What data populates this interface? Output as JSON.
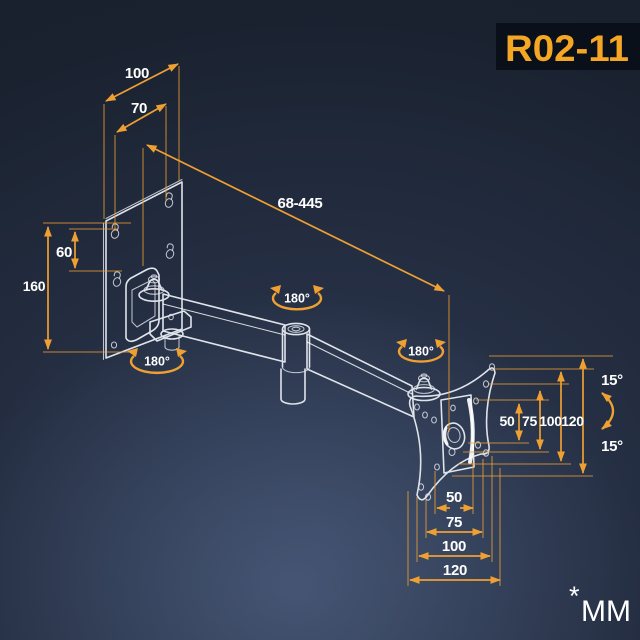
{
  "header": {
    "model": "R02-11"
  },
  "footer": {
    "units_star": "*",
    "units": "MM"
  },
  "colors": {
    "accent": "#EFA032",
    "drawing": "#DFE3EA",
    "label": "#FFFFFF",
    "model": "#F5A623",
    "model_box_bg": "#0A101A",
    "bg_top": "#1A212E",
    "bg_bottom": "#3A4962"
  },
  "dimensions": {
    "plate_width": "100",
    "plate_hole_spacing_h": "70",
    "arm_extension": "68-445",
    "plate_hole_spacing_v": "60",
    "plate_height": "160",
    "swivel_wall": "180°",
    "swivel_elbow": "180°",
    "swivel_head": "180°",
    "tilt_up": "15°",
    "tilt_down": "15°",
    "vesa_vertical": [
      "50",
      "75",
      "100",
      "120"
    ],
    "vesa_horizontal": [
      "50",
      "75",
      "100",
      "120"
    ]
  }
}
